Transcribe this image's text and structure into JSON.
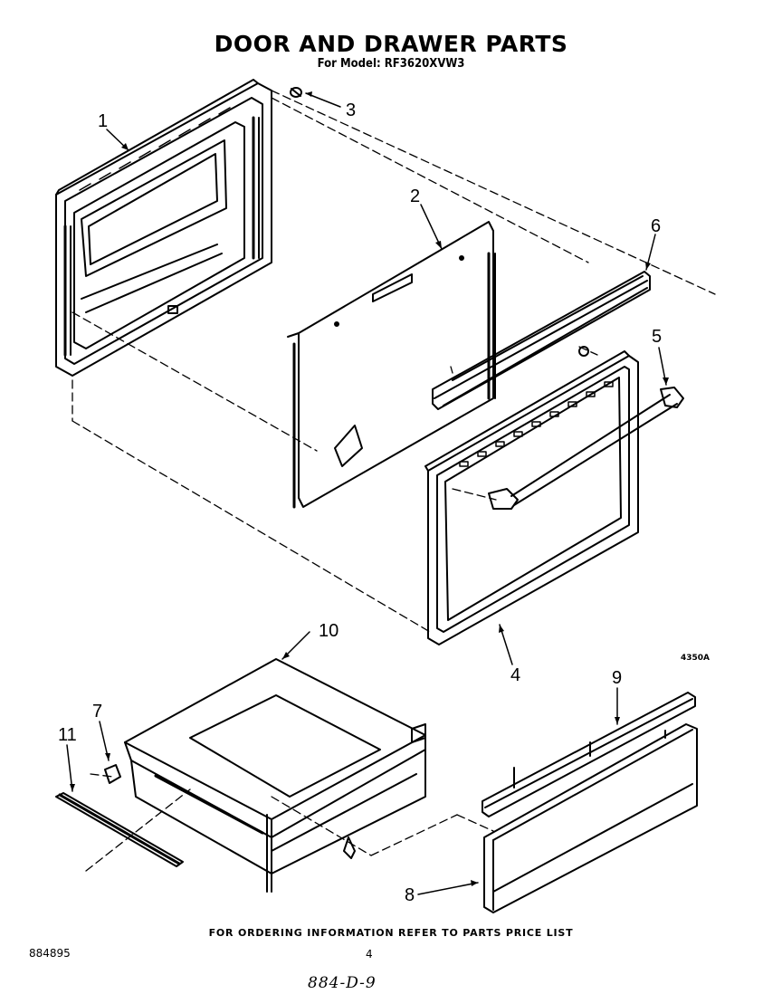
{
  "header": {
    "title": "DOOR AND DRAWER PARTS",
    "subtitle": "For Model: RF3620XVW3"
  },
  "callouts": [
    "1",
    "2",
    "3",
    "4",
    "5",
    "6",
    "7",
    "8",
    "9",
    "10",
    "11"
  ],
  "figure_code": "4350A",
  "footer": {
    "ordering_note": "FOR ORDERING INFORMATION REFER TO PARTS PRICE LIST",
    "doc_number": "884895",
    "page_number": "4",
    "handwritten_note": "884-D-9"
  }
}
